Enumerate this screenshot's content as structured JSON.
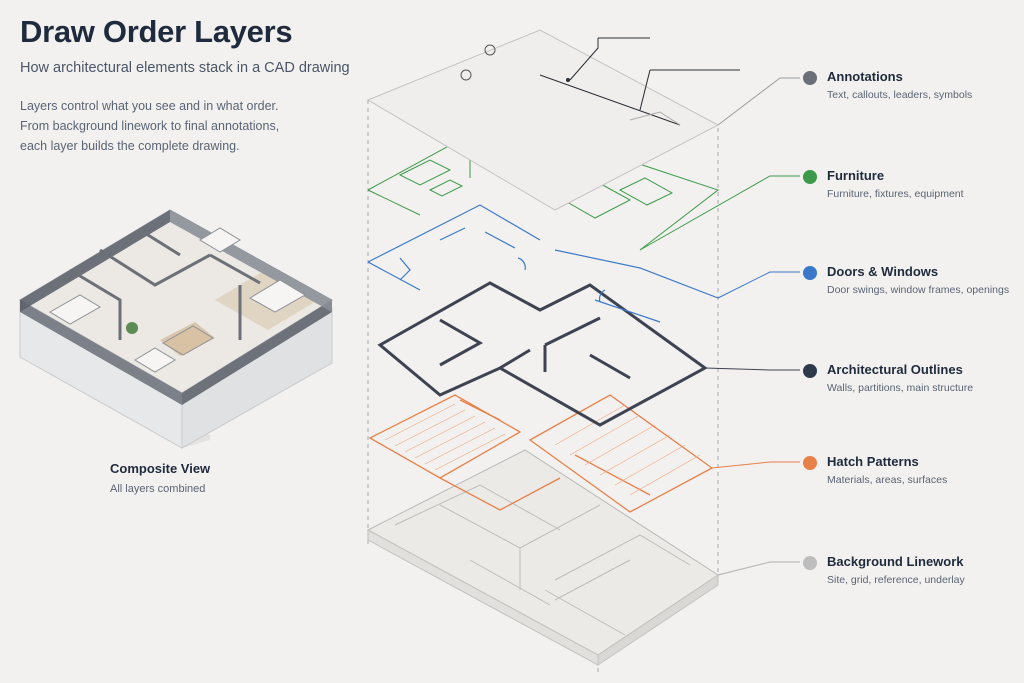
{
  "header": {
    "title": "Draw Order Layers",
    "subtitle": "How architectural elements stack in a CAD drawing",
    "description": [
      "Layers control what you see and in what order.",
      "From background linework to final annotations,",
      "each layer builds the complete drawing."
    ]
  },
  "composite": {
    "title": "Composite View",
    "subtitle": "All layers combined"
  },
  "layers": [
    {
      "name": "Annotations",
      "description": "Text, callouts, leaders, symbols",
      "color": "#6b6f78"
    },
    {
      "name": "Furniture",
      "description": "Furniture, fixtures, equipment",
      "color": "#3d9a4a"
    },
    {
      "name": "Doors & Windows",
      "description": "Door swings, window frames, openings",
      "color": "#3a78c9"
    },
    {
      "name": "Architectural Outlines",
      "description": "Walls, partitions, main structure",
      "color": "#2e3a4c"
    },
    {
      "name": "Hatch Patterns",
      "description": "Materials, areas, surfaces",
      "color": "#e8804a"
    },
    {
      "name": "Background Linework",
      "description": "Site, grid, reference, underlay",
      "color": "#bdbdbd"
    }
  ]
}
